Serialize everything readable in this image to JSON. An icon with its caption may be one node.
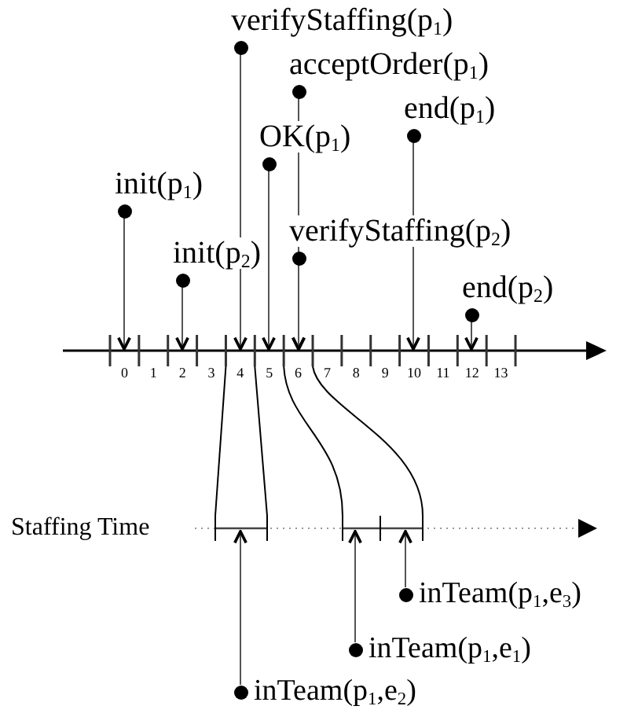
{
  "diagram": {
    "nodes": [
      {
        "text": [
          "verifyStaffing(p$_{1}$)"
        ]
      },
      {
        "text": [
          "acceptOrder(p$_{1}$)"
        ]
      },
      {
        "text": [
          "end(p$_{1}$)"
        ]
      },
      {
        "text": [
          "OK(p$_{1}$)"
        ]
      },
      {
        "text": [
          "init(p$_{1}$)"
        ]
      },
      {
        "text": [
          "verifyStaffing(p$_{2}$)"
        ]
      },
      {
        "text": [
          "init(p$_{2}$)"
        ]
      },
      {
        "text": [
          "end(p$_{2}$)"
        ]
      },
      {
        "text": [
          "inTeam(p$_{1}$,e$_{3}$)"
        ]
      },
      {
        "text": [
          "inTeam(p$_{1}$,e$_{1}$)"
        ]
      },
      {
        "text": [
          "inTeam(p$_{1}$,e$_{2}$)"
        ]
      },
      {
        "text": [
          "0"
        ]
      },
      {
        "text": [
          "1"
        ]
      },
      {
        "text": [
          "2"
        ]
      },
      {
        "text": [
          "3"
        ]
      },
      {
        "text": [
          "4"
        ]
      },
      {
        "text": [
          "5"
        ]
      },
      {
        "text": [
          "6"
        ]
      },
      {
        "text": [
          "7"
        ]
      },
      {
        "text": [
          "8"
        ]
      },
      {
        "text": [
          "9"
        ]
      },
      {
        "text": [
          "10"
        ]
      },
      {
        "text": [
          "11"
        ]
      },
      {
        "text": [
          "12"
        ]
      },
      {
        "text": [
          "13"
        ]
      }
    ],
    "edges": [
      {
        "from": 0,
        "to": 15,
        "arrow": "to"
      },
      {
        "from": 1,
        "to": 17,
        "arrow": "to"
      },
      {
        "from": 2,
        "to": 21,
        "arrow": "to"
      },
      {
        "from": 3,
        "to": 16,
        "arrow": "to"
      },
      {
        "from": 4,
        "to": 11,
        "arrow": "to"
      },
      {
        "from": 5,
        "to": 17,
        "arrow": "to"
      },
      {
        "from": 6,
        "to": 13,
        "arrow": "to"
      },
      {
        "from": 7,
        "to": 23,
        "arrow": "to"
      },
      {
        "from": 8,
        "to": null,
        "arrow": "to"
      },
      {
        "from": 9,
        "to": null,
        "arrow": "to"
      },
      {
        "from": 10,
        "to": null,
        "arrow": "to"
      }
    ],
    "labels": [
      "Staffing Time"
    ]
  }
}
